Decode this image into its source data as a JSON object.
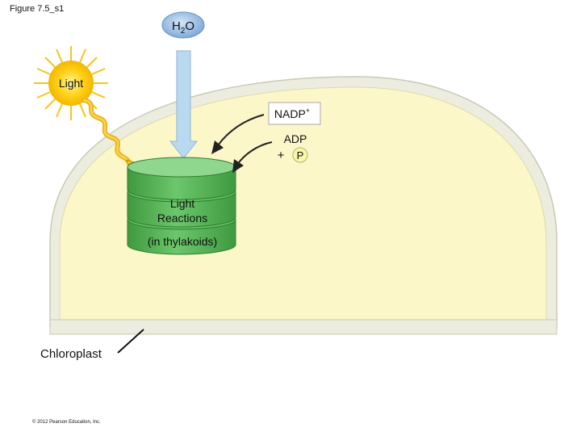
{
  "figure_label": "Figure 7.5_s1",
  "water": {
    "main": "H",
    "sub": "2",
    "tail": "O"
  },
  "light_label": "Light",
  "nadp": {
    "main": "NADP",
    "sup": "+"
  },
  "adp": {
    "label": "ADP",
    "plus": "+",
    "phosphate": "P"
  },
  "light_reactions": {
    "line1": "Light",
    "line2": "Reactions",
    "location": "(in thylakoids)"
  },
  "chloroplast_label": "Chloroplast",
  "copyright": "© 2012 Pearson Education, Inc.",
  "colors": {
    "stroma": "#fbf7c9",
    "membrane": "#ededdf",
    "thylakoid": "#5ab55a",
    "water_bubble": "#9fc3e8",
    "water_arrow": "#b9d9f0",
    "sun_core": "#ffd21a",
    "sun_rays": "#f7c51e"
  }
}
